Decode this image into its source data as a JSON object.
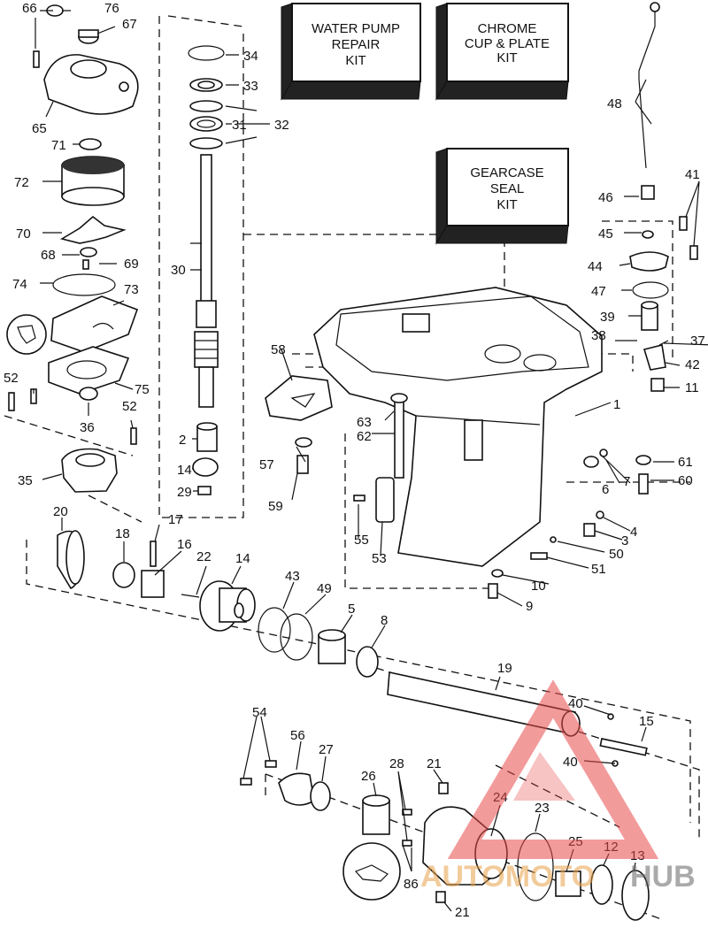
{
  "kits": [
    {
      "id": "64",
      "lines": [
        "WATER PUMP",
        "REPAIR",
        "KIT"
      ]
    },
    {
      "id": "77",
      "lines": [
        "CHROME",
        "CUP & PLATE",
        "KIT"
      ]
    },
    {
      "id": "85",
      "lines": [
        "GEARCASE",
        "SEAL",
        "KIT"
      ]
    }
  ],
  "callouts": [
    "66",
    "76",
    "67",
    "34",
    "65",
    "33",
    "31",
    "32",
    "71",
    "72",
    "30",
    "70",
    "68",
    "69",
    "74",
    "73",
    "75",
    "52",
    "52",
    "36",
    "2",
    "14",
    "29",
    "35",
    "58",
    "63",
    "62",
    "57",
    "59",
    "1",
    "48",
    "46",
    "45",
    "41",
    "44",
    "47",
    "39",
    "38",
    "37",
    "42",
    "11",
    "61",
    "6",
    "7",
    "60",
    "55",
    "53",
    "4",
    "3",
    "50",
    "51",
    "10",
    "9",
    "20",
    "18",
    "17",
    "16",
    "22",
    "14",
    "43",
    "49",
    "5",
    "8",
    "19",
    "40",
    "15",
    "40",
    "54",
    "56",
    "27",
    "26",
    "28",
    "21",
    "24",
    "23",
    "25",
    "12",
    "13",
    "86",
    "21"
  ],
  "watermark": {
    "text_left": "AUTOMOTO",
    "text_right": "HUB",
    "color": "#e84a4a"
  }
}
